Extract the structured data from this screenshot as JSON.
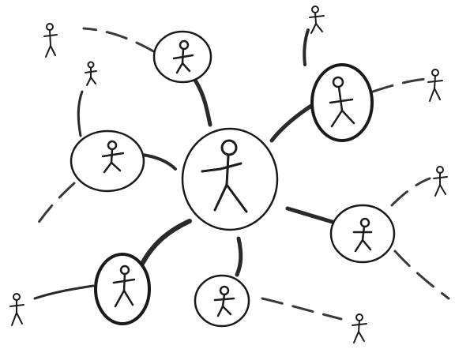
{
  "diagram": {
    "type": "social-network-sketch",
    "style": "hand-drawn-pencil",
    "colors": {
      "background": "#ffffff",
      "ink": "#1a1a1a"
    },
    "center_node": {
      "id": "center",
      "figure": "person"
    },
    "circled_nodes": [
      {
        "id": "top",
        "figure": "person"
      },
      {
        "id": "upper-right",
        "figure": "person"
      },
      {
        "id": "left",
        "figure": "person"
      },
      {
        "id": "right",
        "figure": "person"
      },
      {
        "id": "lower-left",
        "figure": "person"
      },
      {
        "id": "bottom",
        "figure": "person"
      }
    ],
    "outer_people": [
      {
        "id": "outer-top-left",
        "figure": "person"
      },
      {
        "id": "outer-upper-left",
        "figure": "person"
      },
      {
        "id": "outer-top-right",
        "figure": "person"
      },
      {
        "id": "outer-far-right",
        "figure": "person"
      },
      {
        "id": "outer-right",
        "figure": "person"
      },
      {
        "id": "outer-bottom-left",
        "figure": "person"
      },
      {
        "id": "outer-bottom-right",
        "figure": "person"
      }
    ]
  }
}
